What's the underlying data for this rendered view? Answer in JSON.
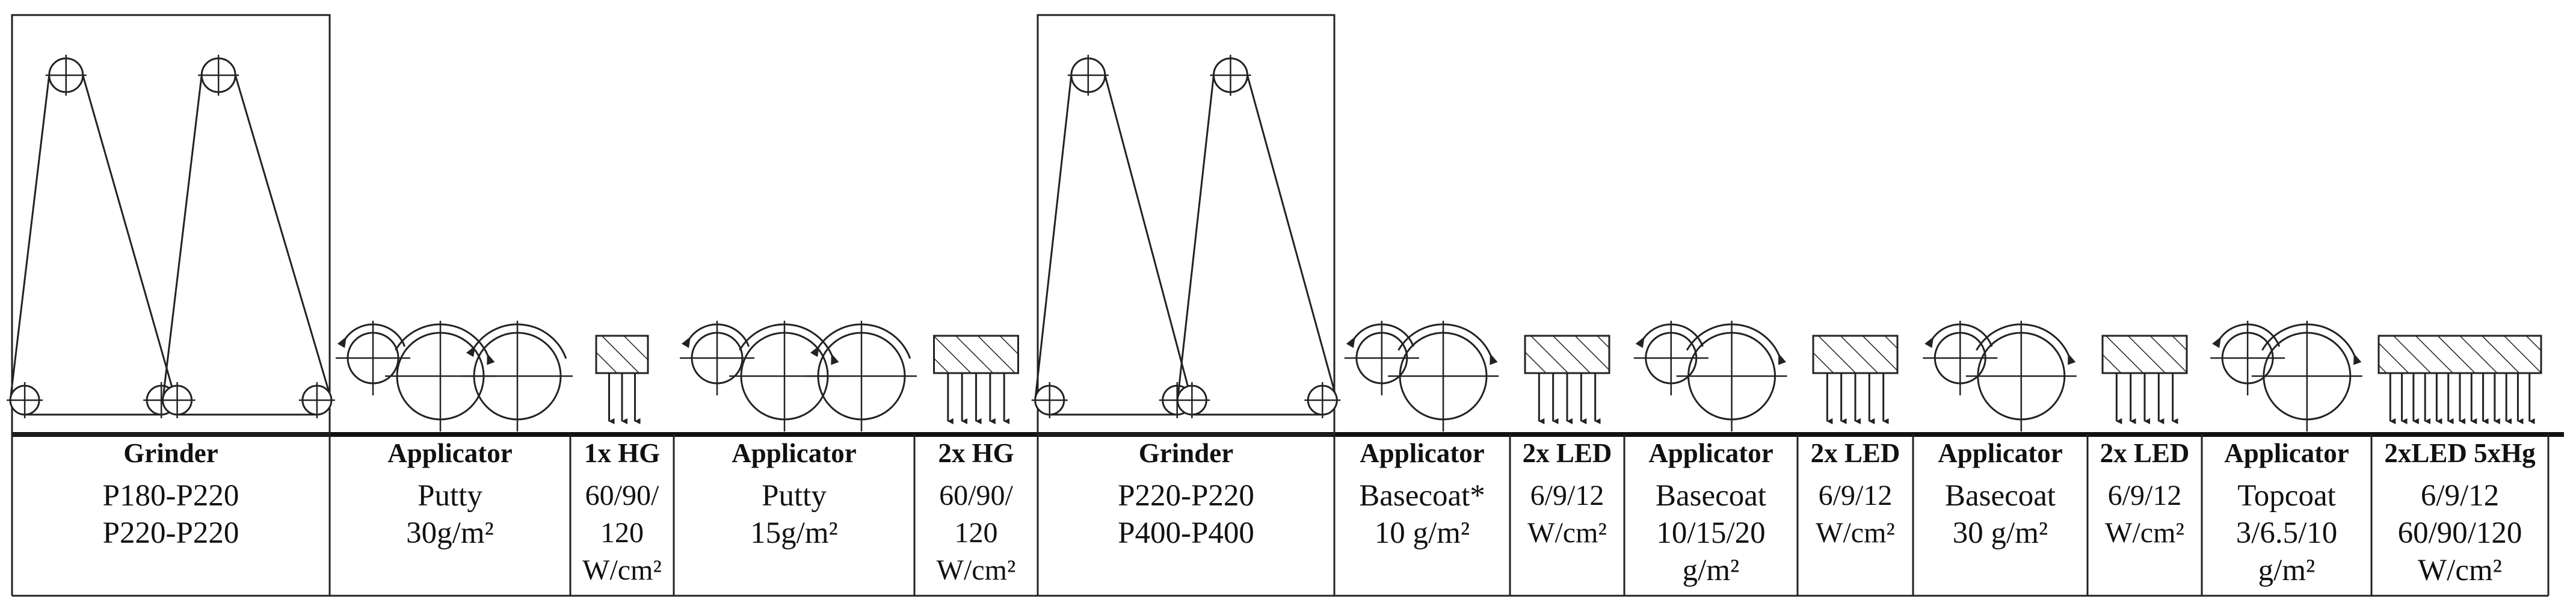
{
  "stations": [
    {
      "head": "Grinder",
      "body": [
        "P180-P220",
        "P220-P220"
      ]
    },
    {
      "head": "Applicator",
      "body": [
        "Putty",
        "30g/m²"
      ]
    },
    {
      "head": "1x HG",
      "body": [
        "60/90/",
        "120",
        "W/cm²"
      ]
    },
    {
      "head": "Applicator",
      "body": [
        "Putty",
        "15g/m²"
      ]
    },
    {
      "head": "2x HG",
      "body": [
        "60/90/",
        "120",
        "W/cm²"
      ]
    },
    {
      "head": "Grinder",
      "body": [
        "P220-P220",
        "P400-P400"
      ]
    },
    {
      "head": "Applicator",
      "body": [
        "Basecoat*",
        "10 g/m²"
      ]
    },
    {
      "head": "2x LED",
      "body": [
        "6/9/12",
        "W/cm²"
      ]
    },
    {
      "head": "Applicator",
      "body": [
        "Basecoat",
        "10/15/20",
        "g/m²"
      ]
    },
    {
      "head": "2x LED",
      "body": [
        "6/9/12",
        "W/cm²"
      ]
    },
    {
      "head": "Applicator",
      "body": [
        "Basecoat",
        "30 g/m²"
      ]
    },
    {
      "head": "2x LED",
      "body": [
        "6/9/12",
        "W/cm²"
      ]
    },
    {
      "head": "Applicator",
      "body": [
        "Topcoat",
        "3/6.5/10",
        "g/m²"
      ]
    },
    {
      "head": "2xLED 5xHg",
      "body": [
        "6/9/12",
        "60/90/120",
        "W/cm²"
      ]
    }
  ]
}
